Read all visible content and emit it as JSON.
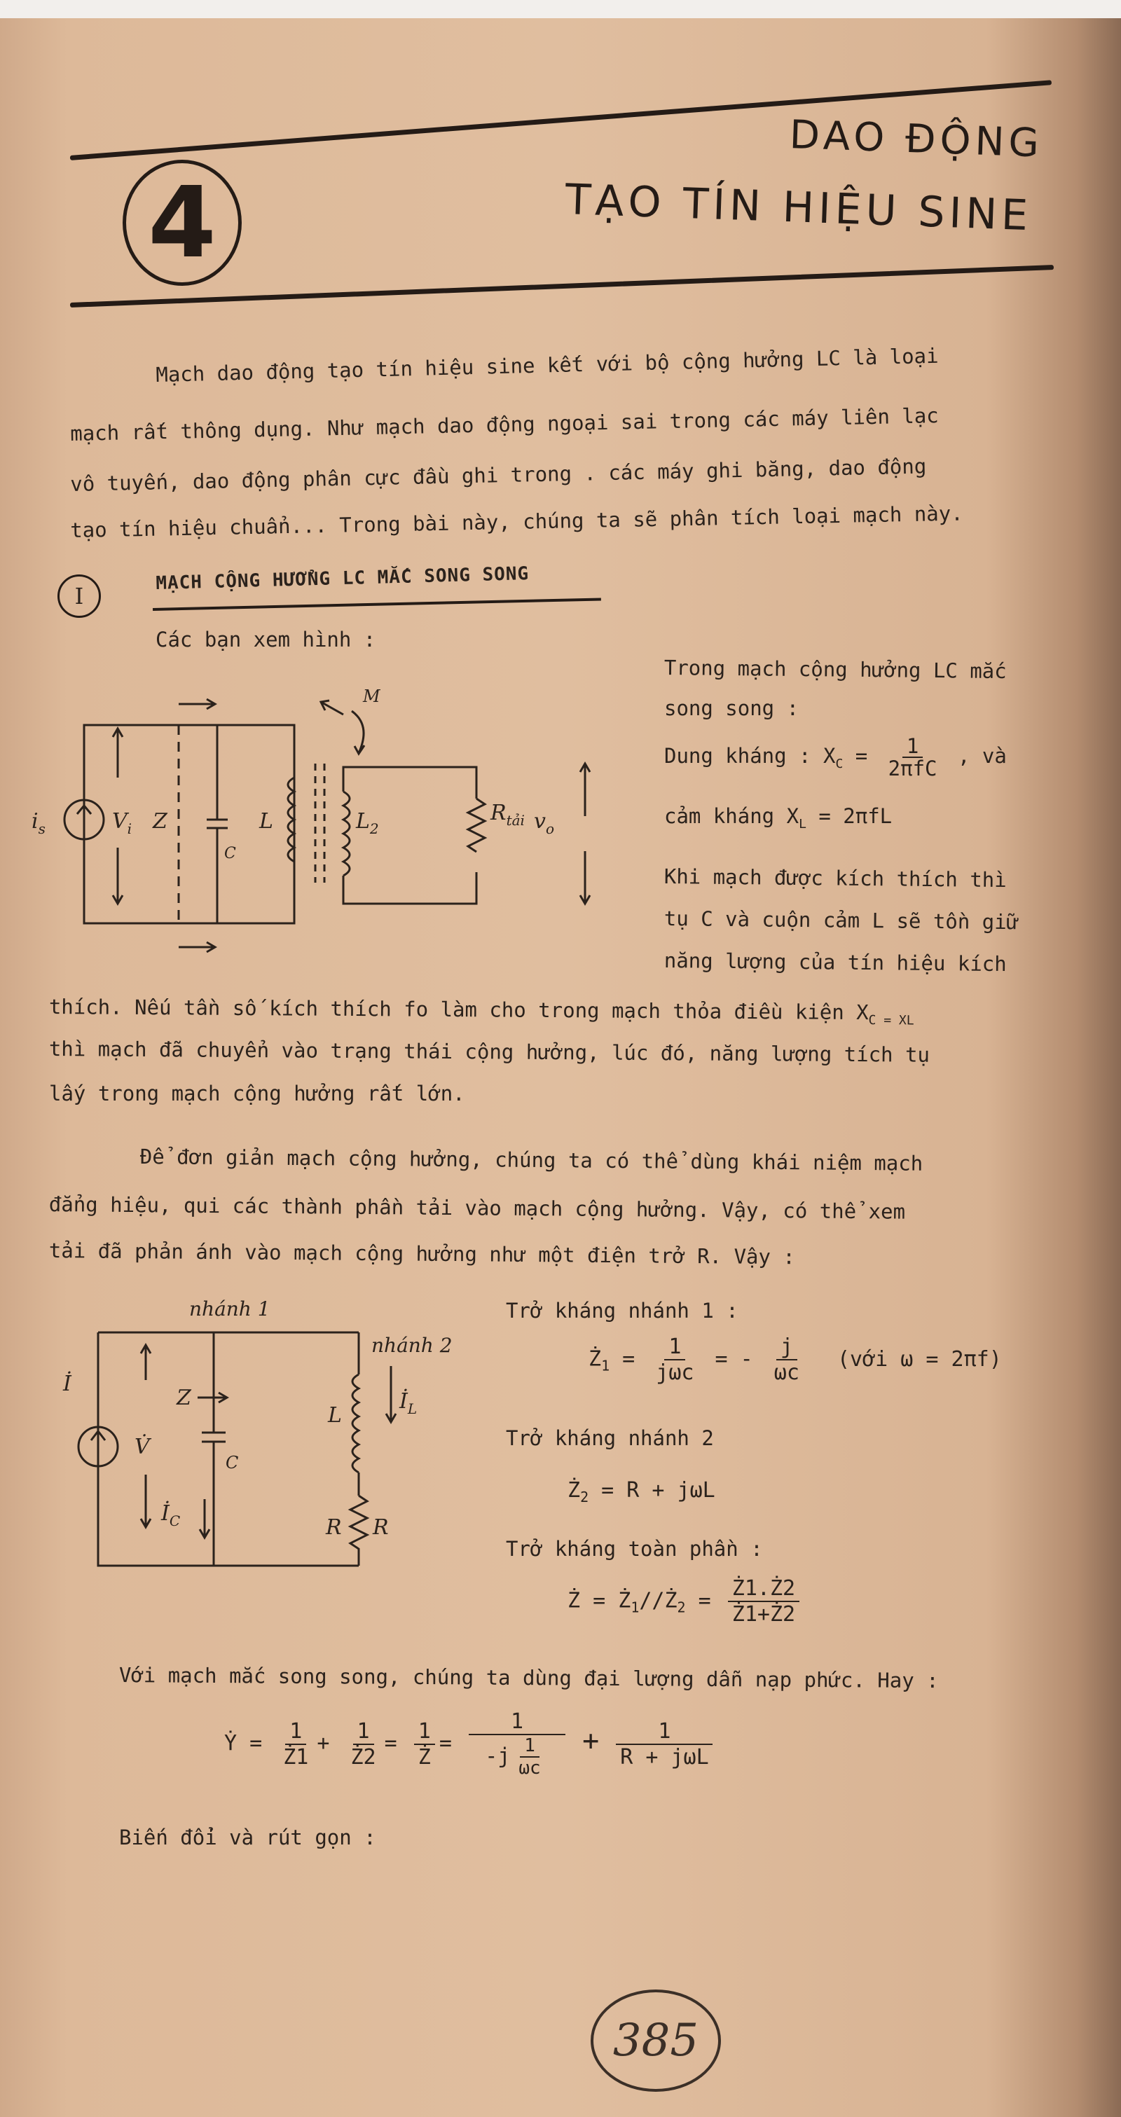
{
  "header": {
    "chapter_number": "4",
    "title_line1": "DAO ĐỘNG",
    "title_line2": "TẠO TÍN HIỆU SINE"
  },
  "intro": {
    "lines": [
      "Mạch dao động tạo tín hiệu sine kết với bộ cộng hưởng LC là loại",
      "mạch rất thông dụng. Như mạch dao động ngoại sai trong các máy liên lạc",
      "vô tuyến, dao động phân cực đầu ghi trong . các máy ghi băng, dao động",
      "tạo tín hiệu chuẩn... Trong bài này, chúng ta sẽ phân tích loại mạch này."
    ]
  },
  "section1": {
    "number": "I",
    "heading": "MẠCH CỘNG HƯỞNG LC MẮC SONG SONG",
    "see_figure": "Các bạn xem hình :",
    "right_text": [
      "Trong mạch cộng hưởng LC mắc",
      "song song :",
      "Dung kháng : X",
      "cảm kháng X",
      "Khi mạch được kích thích thì",
      "tụ C và cuộn cảm L sẽ tồn giữ",
      "năng lượng của tín hiệu kích"
    ],
    "xc_sub": "C",
    "xc_num": "1",
    "xc_den": "2πfC",
    "xc_tail": ", và",
    "xl_sub": "L",
    "xl_rhs": "= 2πfL",
    "continue_lines": [
      "thích. Nếu tần số kích thích fo làm cho trong mạch thỏa điều kiện X",
      "thì mạch đã chuyển vào trạng thái cộng hưởng, lúc đó, năng lượng tích tụ",
      "lấy trong mạch cộng hưởng rất lớn."
    ],
    "cond_tail": "C = X",
    "cond_sub": "L",
    "para2_lines": [
      "Để đơn giản mạch cộng hưởng, chúng ta có thể dùng khái niệm mạch",
      "đẳng hiệu, qui các thành phần tải vào mạch cộng hưởng. Vậy, có thể xem",
      "tải đã phản ánh vào mạch cộng hưởng như một điện trở R. Vậy :"
    ]
  },
  "figure1_labels": {
    "is": "i",
    "is_sub": "s",
    "vi": "V",
    "vi_sub": "i",
    "z": "Z",
    "c": "C",
    "l": "L",
    "m": "M",
    "l2": "L",
    "l2_sub": "2",
    "r": "R",
    "r_sub": "tải",
    "vo": "v",
    "vo_sub": "o"
  },
  "figure2_labels": {
    "branch1": "nhánh 1",
    "branch2": "nhánh 2",
    "i": "İ",
    "v": "V̇",
    "z": "Z",
    "c": "C",
    "ic": "İ",
    "ic_sub": "C",
    "l": "L",
    "il": "İ",
    "il_sub": "L",
    "r_left": "R",
    "r_right": "R"
  },
  "impedance": {
    "branch1_title": "Trở kháng nhánh 1 :",
    "z1_lhs": "Ż",
    "z1_sub": "1",
    "z1_frac_num": "1",
    "z1_frac_den": "jωc",
    "z1_rhs_num": "j",
    "z1_rhs_den": "ωc",
    "z1_note": "(với ω = 2πf)",
    "branch2_title": "Trở kháng nhánh 2",
    "z2_lhs": "Ż",
    "z2_sub": "2",
    "z2_rhs": "= R + jωL",
    "total_title": "Trở kháng toàn phần :",
    "z_eq": "Ż  = Ż",
    "z_mid": "//Ż",
    "z_frac_num": "Ż1.Ż2",
    "z_frac_den": "Ż1+Ż2"
  },
  "admittance": {
    "intro": "Với mạch mắc song song, chúng ta dùng đại lượng dẫn nạp phức. Hay :",
    "y_lhs": "Ẏ =",
    "f1_den": "Ż1",
    "f2_den": "Ż2",
    "f3_den": "Ż",
    "f4_den_pre": "-j",
    "f4_den_frac_den": "ωc",
    "f5_den": "R + jωL",
    "one": "1",
    "simplify": "Biến đổi và rút gọn :"
  },
  "page_number": "385"
}
